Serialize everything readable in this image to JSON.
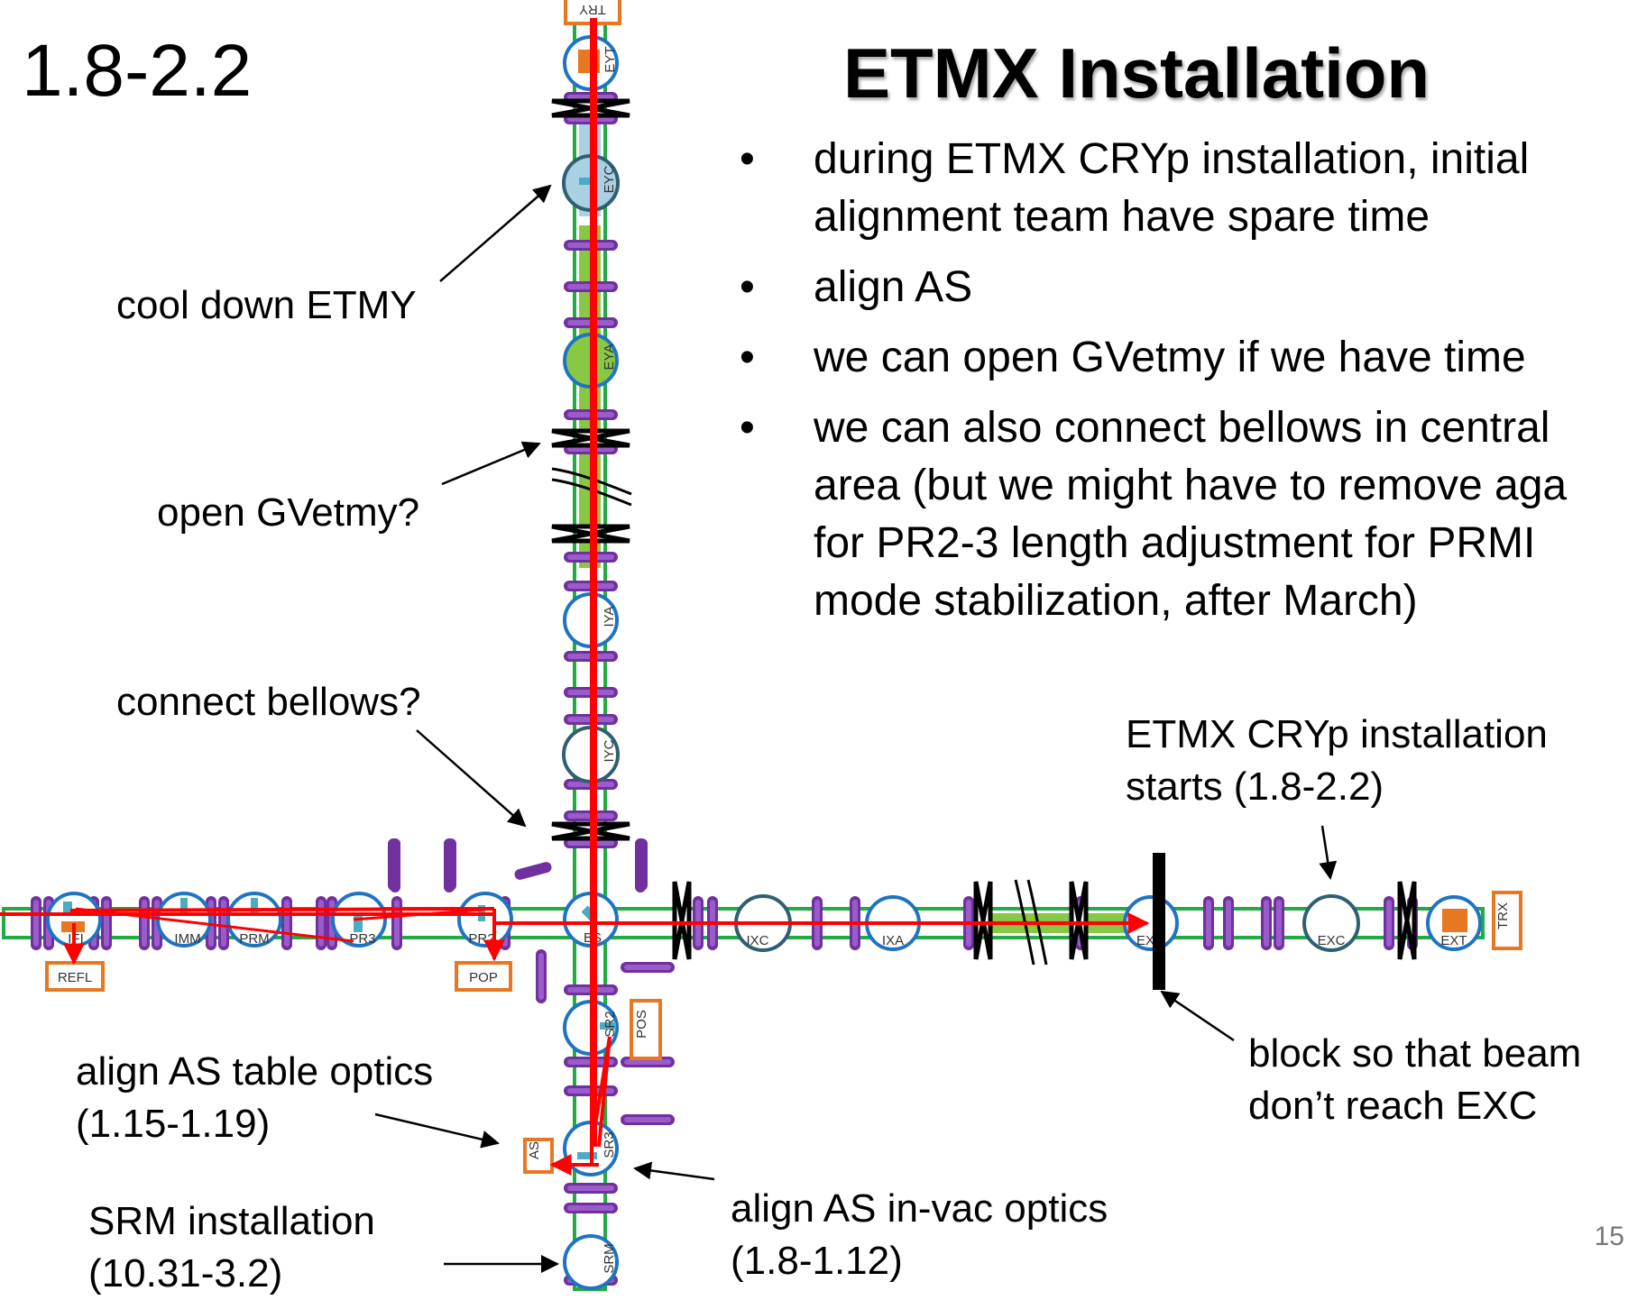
{
  "slide": {
    "date_range": "1.8-2.2",
    "title": "ETMX Installation",
    "page_number": "15"
  },
  "bullets": [
    {
      "bullet_char": "•",
      "lines": [
        "during ETMX CRYp installation, initial",
        "alignment team have spare time"
      ]
    },
    {
      "bullet_char": "•",
      "lines": [
        "align AS"
      ]
    },
    {
      "bullet_char": "•",
      "lines": [
        "we can open GVetmy if we have time"
      ]
    },
    {
      "bullet_char": "•",
      "lines": [
        "we can also connect bellows in central",
        "area (but we might have to remove aga",
        "for PR2-3 length adjustment for PRMI",
        "mode stabilization, after March)"
      ]
    }
  ],
  "callouts": {
    "cool_down": "cool down ETMY",
    "open_gv": "open GVetmy?",
    "connect_bellows": "connect bellows?",
    "etmx_cryp": [
      "ETMX CRYp installation",
      "starts (1.8-2.2)"
    ],
    "block": [
      "block so that beam",
      "don’t reach EXC"
    ],
    "align_as_table": [
      "align AS table optics",
      "(1.15-1.19)"
    ],
    "srm_install": [
      "SRM installation",
      "(10.31-3.2)"
    ],
    "align_as_invac": [
      "align AS in-vac optics",
      "(1.8-1.12)"
    ]
  },
  "chambers": {
    "try": "TRY",
    "eyt": "EYT",
    "eyc": "EYC",
    "eya": "EYA",
    "iya": "IYA",
    "iyc": "IYC",
    "ifi": "IFI",
    "imm": "IMM",
    "prm": "PRM",
    "pr3": "PR3",
    "pr2": "PR2",
    "bs": "BS",
    "ixc": "IXC",
    "ixa": "IXA",
    "ex": "EX",
    "exc": "EXC",
    "ext": "EXT",
    "trx": "TRX",
    "refl": "REFL",
    "pop": "POP",
    "pos": "POS",
    "as": "AS",
    "sr2": "SR2",
    "sr3": "SR3",
    "srm": "SRM"
  },
  "colors": {
    "beam": "#ff0000",
    "chamber_stroke": "#1f74c2",
    "cryo_stroke": "#2f5f72",
    "bellows": "#7030a0",
    "duct": "#22aa44",
    "cooled_fill": "#a9d0e3",
    "open_fill": "#88c845",
    "table": "#e87722",
    "sensor": "#4bacc6"
  }
}
